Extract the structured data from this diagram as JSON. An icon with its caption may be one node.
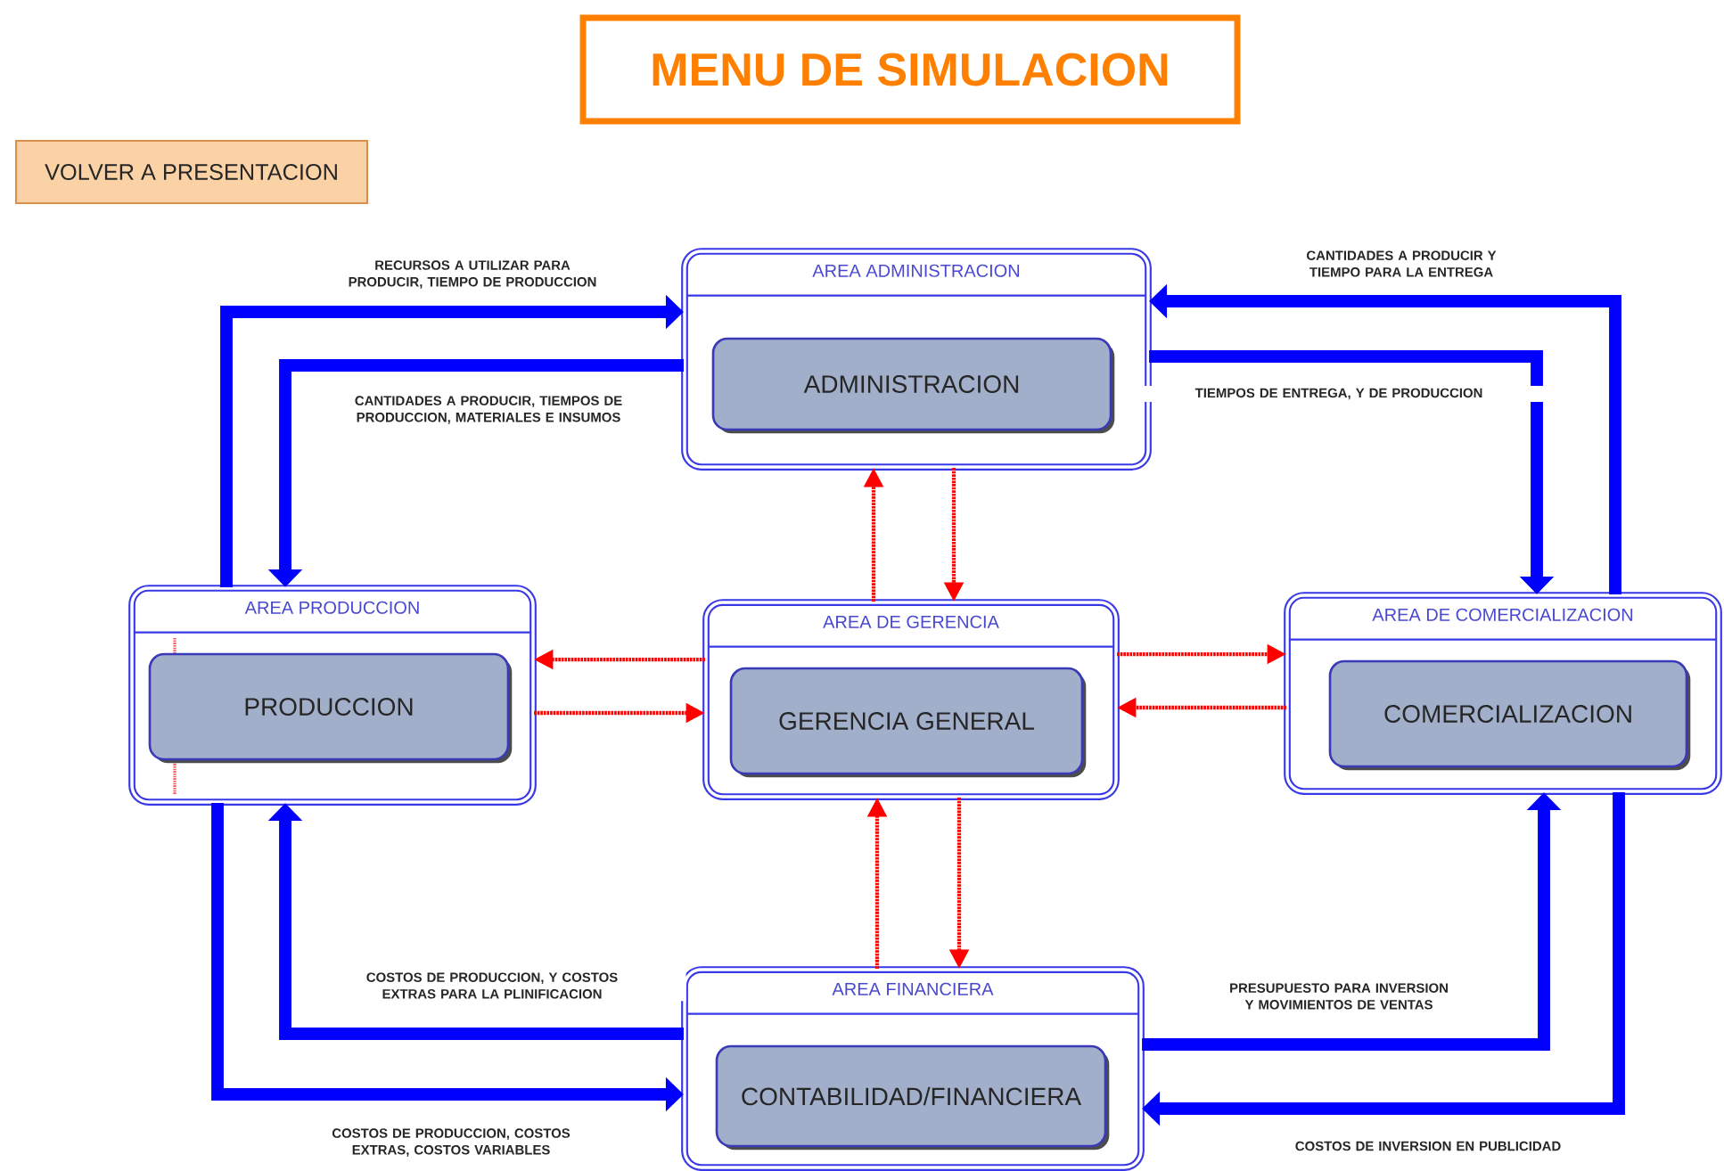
{
  "diagram": {
    "title": "MENU DE SIMULACION",
    "nodes": [
      {
        "text": [
          "VOLVER A PRESENTACION"
        ]
      },
      {
        "text": [
          "AREA ADMINISTRACION"
        ]
      },
      {
        "text": [
          "ADMINISTRACION"
        ],
        "in": 1
      },
      {
        "text": [
          "AREA PRODUCCION"
        ]
      },
      {
        "text": [
          "PRODUCCION"
        ],
        "in": 3
      },
      {
        "text": [
          "AREA DE GERENCIA"
        ]
      },
      {
        "text": [
          "GERENCIA GENERAL"
        ],
        "in": 5
      },
      {
        "text": [
          "AREA DE COMERCIALIZACION"
        ]
      },
      {
        "text": [
          "COMERCIALIZACION"
        ],
        "in": 7
      },
      {
        "text": [
          "AREA FINANCIERA"
        ]
      },
      {
        "text": [
          "CONTABILIDAD/FINANCIERA"
        ],
        "in": 9
      }
    ],
    "edges": [
      {
        "from": 3,
        "to": 1,
        "arrow": "to",
        "label": "RECURSOS A UTILIZAR PARA PRODUCIR, TIEMPO DE PRODUCCION",
        "style": "thick",
        "color": "#0000ff"
      },
      {
        "from": 1,
        "to": 3,
        "arrow": "to",
        "label": "CANTIDADES A PRODUCIR, TIEMPOS DE PRODUCCION, MATERIALES E INSUMOS",
        "style": "thick",
        "color": "#0000ff"
      },
      {
        "from": 7,
        "to": 1,
        "arrow": "to",
        "label": "CANTIDADES A PRODUCIR Y TIEMPO PARA LA ENTREGA",
        "style": "thick",
        "color": "#0000ff"
      },
      {
        "from": 1,
        "to": 7,
        "arrow": "to",
        "label": "TIEMPOS DE ENTREGA, Y DE PRODUCCION",
        "style": "thick",
        "color": "#0000ff"
      },
      {
        "from": 9,
        "to": 3,
        "arrow": "to",
        "label": "COSTOS DE PRODUCCION, Y COSTOS EXTRAS PARA LA PLINIFICACION",
        "style": "thick",
        "color": "#0000ff"
      },
      {
        "from": 3,
        "to": 9,
        "arrow": "to",
        "label": "COSTOS DE PRODUCCION, COSTOS EXTRAS, COSTOS VARIABLES",
        "style": "thick",
        "color": "#0000ff"
      },
      {
        "from": 9,
        "to": 7,
        "arrow": "to",
        "label": "PRESUPUESTO PARA INVERSION Y MOVIMIENTOS DE VENTAS",
        "style": "thick",
        "color": "#0000ff"
      },
      {
        "from": 7,
        "to": 9,
        "arrow": "to",
        "label": "COSTOS DE INVERSION EN PUBLICIDAD",
        "style": "thick",
        "color": "#0000ff"
      },
      {
        "from": 5,
        "to": 1,
        "arrow": "to",
        "style": "dashed",
        "color": "#ff0000"
      },
      {
        "from": 1,
        "to": 5,
        "arrow": "to",
        "style": "dashed",
        "color": "#ff0000"
      },
      {
        "from": 5,
        "to": 3,
        "arrow": "to",
        "style": "dashed",
        "color": "#ff0000"
      },
      {
        "from": 3,
        "to": 5,
        "arrow": "to",
        "style": "dashed",
        "color": "#ff0000"
      },
      {
        "from": 5,
        "to": 7,
        "arrow": "to",
        "style": "dashed",
        "color": "#ff0000"
      },
      {
        "from": 7,
        "to": 5,
        "arrow": "to",
        "style": "dashed",
        "color": "#ff0000"
      },
      {
        "from": 5,
        "to": 9,
        "arrow": "to",
        "style": "dashed",
        "color": "#ff0000"
      },
      {
        "from": 9,
        "to": 5,
        "arrow": "to",
        "style": "dashed",
        "color": "#ff0000"
      }
    ]
  }
}
